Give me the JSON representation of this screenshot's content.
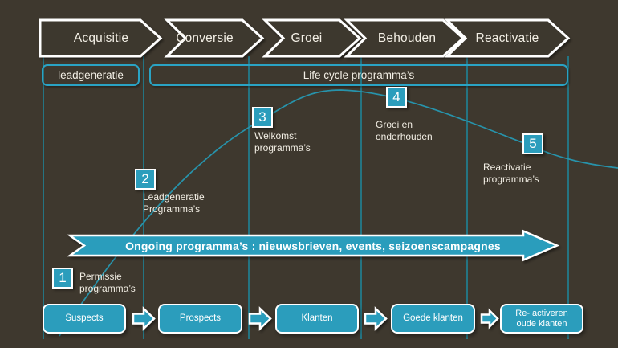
{
  "colors": {
    "background": "#3e382e",
    "teal": "#2b9dbc",
    "teal_border": "#2aa3c4",
    "line": "#1f8397",
    "curve": "#2793ab",
    "text": "#f3efe5",
    "white": "#ffffff"
  },
  "funnel": {
    "stages": [
      {
        "label": "Acquisitie"
      },
      {
        "label": "Conversie"
      },
      {
        "label": "Groei"
      },
      {
        "label": "Behouden"
      },
      {
        "label": "Reactivatie"
      }
    ]
  },
  "program_bars": [
    {
      "label": "leadgeneratie"
    },
    {
      "label": "Life cycle programma’s"
    }
  ],
  "milestones": [
    {
      "number": "1",
      "line1": "Permissie",
      "line2": "programma’s"
    },
    {
      "number": "2",
      "line1": "Leadgeneratie",
      "line2": "Programma’s"
    },
    {
      "number": "3",
      "line1": "Welkomst",
      "line2": "programma’s"
    },
    {
      "number": "4",
      "line1": "Groei en",
      "line2": "onderhouden"
    },
    {
      "number": "5",
      "line1": "Reactivatie",
      "line2": "programma’s"
    }
  ],
  "ongoing_arrow": {
    "label": "Ongoing programma’s : nieuwsbrieven, events, seizoenscampagnes"
  },
  "customer_stages": [
    {
      "label": "Suspects"
    },
    {
      "label": "Prospects"
    },
    {
      "label": "Klanten"
    },
    {
      "label": "Goede klanten"
    },
    {
      "label": "Re- activeren oude klanten"
    }
  ]
}
